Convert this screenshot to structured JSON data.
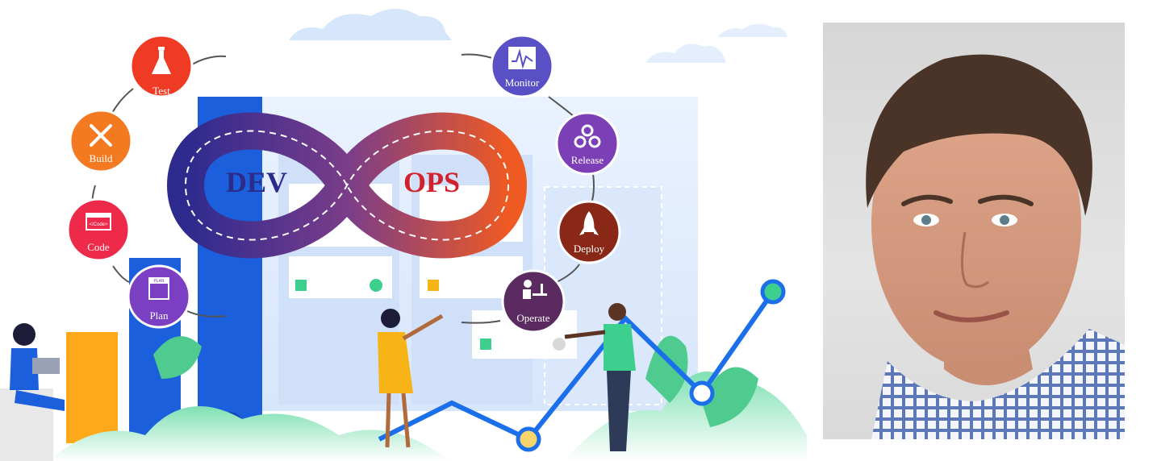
{
  "logo": {
    "dev": "DEV",
    "ops": "OPS"
  },
  "stages": [
    {
      "label": "Test",
      "icon": "flask-icon",
      "color": "#ef3b24"
    },
    {
      "label": "Build",
      "icon": "tools-icon",
      "color": "#f37a20"
    },
    {
      "label": "Code",
      "icon": "code-window-icon",
      "color": "#ee2a4b"
    },
    {
      "label": "Plan",
      "icon": "plan-chart-icon",
      "color": "#7b3fc4"
    },
    {
      "label": "Monitor",
      "icon": "monitor-icon",
      "color": "#5a50c6"
    },
    {
      "label": "Release",
      "icon": "gears-icon",
      "color": "#7d3fb5"
    },
    {
      "label": "Deploy",
      "icon": "rocket-icon",
      "color": "#8a2818"
    },
    {
      "label": "Operate",
      "icon": "operator-desk-icon",
      "color": "#5a2a61"
    }
  ],
  "icon_labels": {
    "code": "</Code>",
    "plan": "PLAN"
  },
  "colors": {
    "infinity_start": "#2d2a8e",
    "infinity_mid": "#7a3d8a",
    "infinity_end": "#ef5a22",
    "dev_text": "#2b2c8a",
    "ops_text": "#d2222e",
    "blue_bar": "#1c5fdc",
    "orange_bar": "#ffa81a",
    "chart_line": "#1c6fea",
    "leaf_green": "#4fcb8f"
  }
}
